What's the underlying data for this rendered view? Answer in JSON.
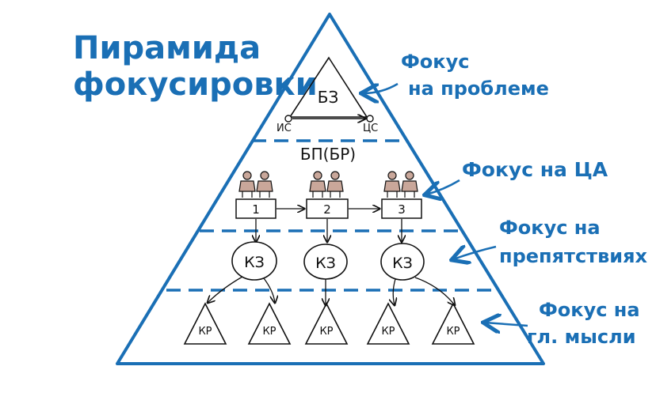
{
  "title": {
    "line1": "Пирамида",
    "line2": "фокусировки"
  },
  "focus_labels": {
    "problem": {
      "line1": "Фокус",
      "line2": "на проблеме"
    },
    "audience": {
      "line1": "Фокус на ЦА"
    },
    "obstacles": {
      "line1": "Фокус на",
      "line2": "препятствиях"
    },
    "main_thoughts": {
      "line1": "Фокус на",
      "line2": "гл. мысли"
    }
  },
  "top_level": {
    "center": "БЗ",
    "left": "ИС",
    "right": "ЦС"
  },
  "audience_level": {
    "header": "БП(БР)",
    "boxes": [
      {
        "label": "1"
      },
      {
        "label": "2"
      },
      {
        "label": "3"
      }
    ]
  },
  "obstacle_level": {
    "circles": [
      {
        "label": "КЗ"
      },
      {
        "label": "КЗ"
      },
      {
        "label": "КЗ"
      }
    ]
  },
  "thought_level": {
    "triangles": [
      {
        "label": "КР"
      },
      {
        "label": "КР"
      },
      {
        "label": "КР"
      },
      {
        "label": "КР"
      },
      {
        "label": "КР"
      }
    ]
  },
  "colors": {
    "accent_blue": "#1a6fb5",
    "ink": "#111111",
    "people_fill": "#c9a79a"
  },
  "icons": {
    "people": "people-pair-icon",
    "arrow": "arrow-icon"
  }
}
